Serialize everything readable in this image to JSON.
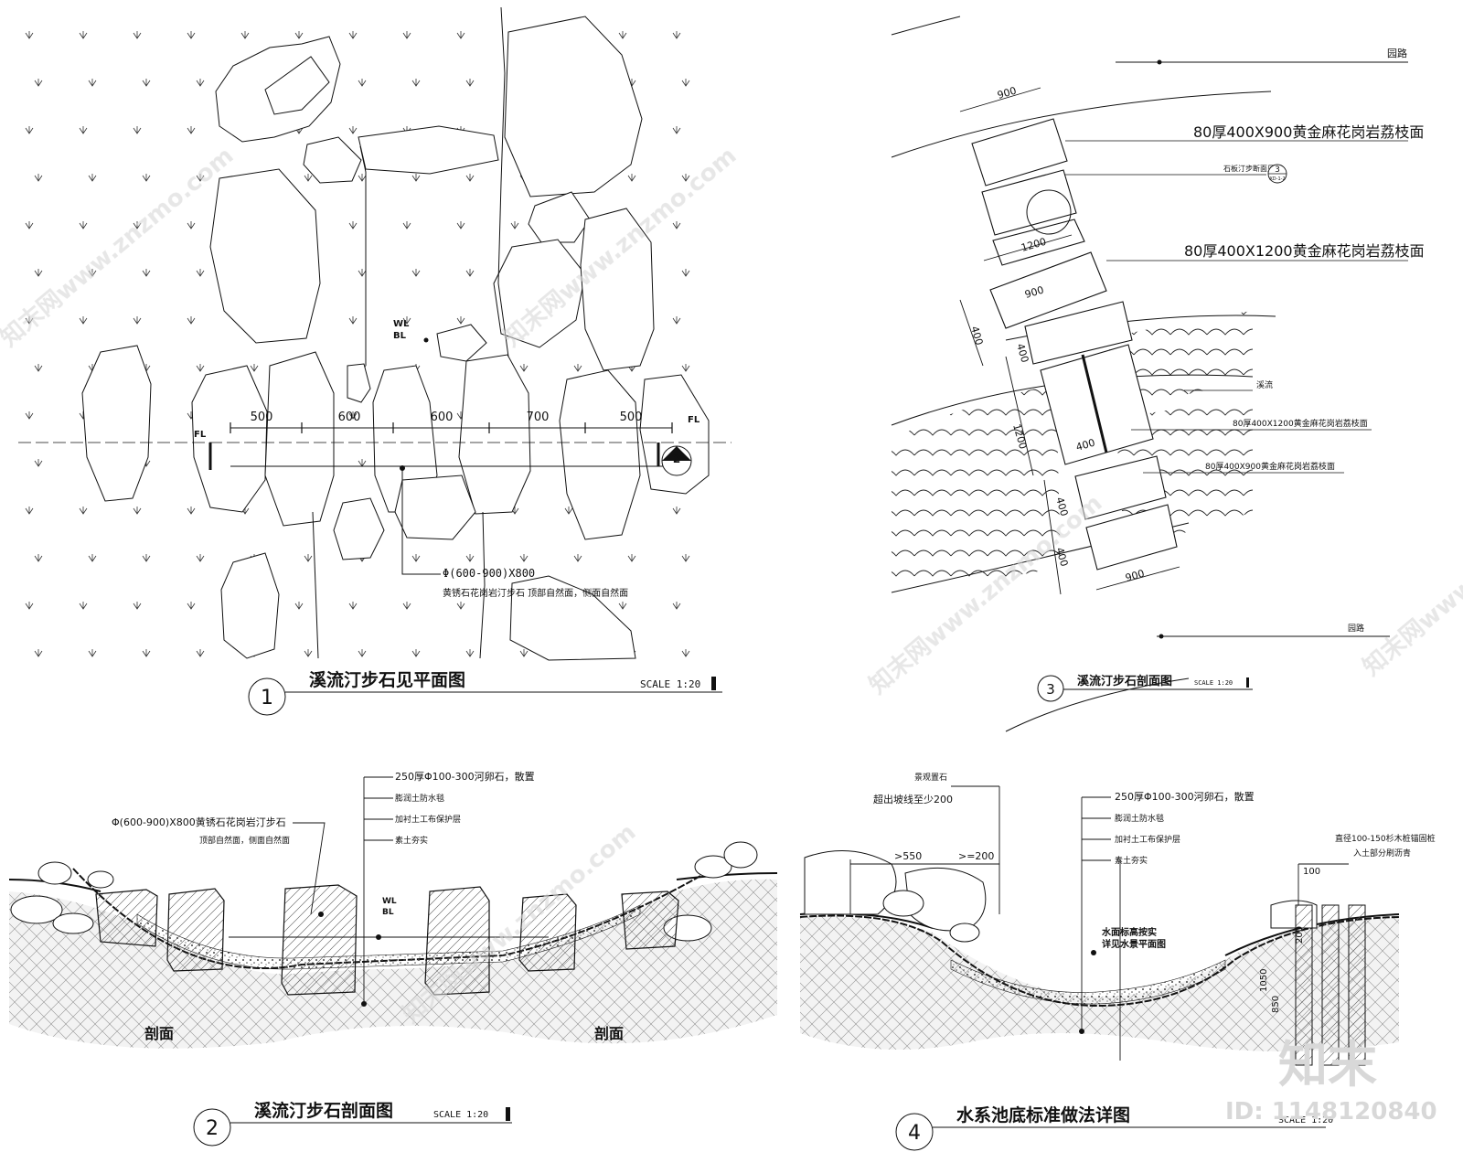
{
  "panel1": {
    "number": "1",
    "title": "溪流汀步石见平面图",
    "scale": "SCALE  1:20",
    "dims": [
      "500",
      "600",
      "600",
      "700",
      "500"
    ],
    "fl_left": "FL",
    "fl_right": "FL",
    "wl": "WL",
    "bl": "BL",
    "section_ref": "2",
    "note_line1": "Φ(600-900)X800",
    "note_line2": "黄锈石花岗岩汀步石  顶部自然面，侧面自然面"
  },
  "panel2": {
    "number": "2",
    "title": "溪流汀步石剖面图",
    "scale": "SCALE  1:20",
    "left_note1": "Φ(600-900)X800黄锈石花岗岩汀步石",
    "left_note2": "顶部自然面，侧面自然面",
    "layers": [
      "250厚Φ100-300河卵石，散置",
      "膨润土防水毯",
      "加衬土工布保护层",
      "素土夯实"
    ],
    "wl": "WL",
    "bl": "BL",
    "section_left": "剖面",
    "section_right": "剖面"
  },
  "panel3": {
    "number": "3",
    "title": "溪流汀步石剖面图",
    "scale": "SCALE  1:20",
    "top_road": "园路",
    "bottom_road": "园路",
    "label_900x": "80厚400X900黄金麻花岗岩荔枝面",
    "label_ref": "石板汀步断面见",
    "ref_num": "3",
    "ref_sub": "XD-1-2",
    "label_1200x": "80厚400X1200黄金麻花岗岩荔枝面",
    "stream": "溪流",
    "label_1200_small": "80厚400X1200黄金麻花岗岩荔枝面",
    "label_900_small": "80厚400X900黄金麻花岗岩荔枝面",
    "dims": [
      "900",
      "1200",
      "900",
      "400",
      "400",
      "1200",
      "400",
      "400",
      "400",
      "900"
    ]
  },
  "panel4": {
    "number": "4",
    "title": "水系池底标准做法详图",
    "scale": "SCALE  1:20",
    "landscape_stone": "景观置石",
    "exceed_note": "超出坡线至少200",
    "dim_550": ">550",
    "dim_200": ">=200",
    "layers": [
      "250厚Φ100-300河卵石，散置",
      "膨润土防水毯",
      "加衬土工布保护层",
      "素土夯实"
    ],
    "water_note1": "水面标高按实",
    "water_note2": "详见水景平面图",
    "pile_note1": "直径100-150杉木桩锚固桩",
    "pile_note2": "入土部分刷沥青",
    "dim_100": "100",
    "dim_200v": "200",
    "dim_850": "850",
    "dim_1050": "1050"
  },
  "watermark": {
    "brand": "知末网www.znzmo.com",
    "logo": "知末",
    "id_text": "ID: 1148120840"
  }
}
